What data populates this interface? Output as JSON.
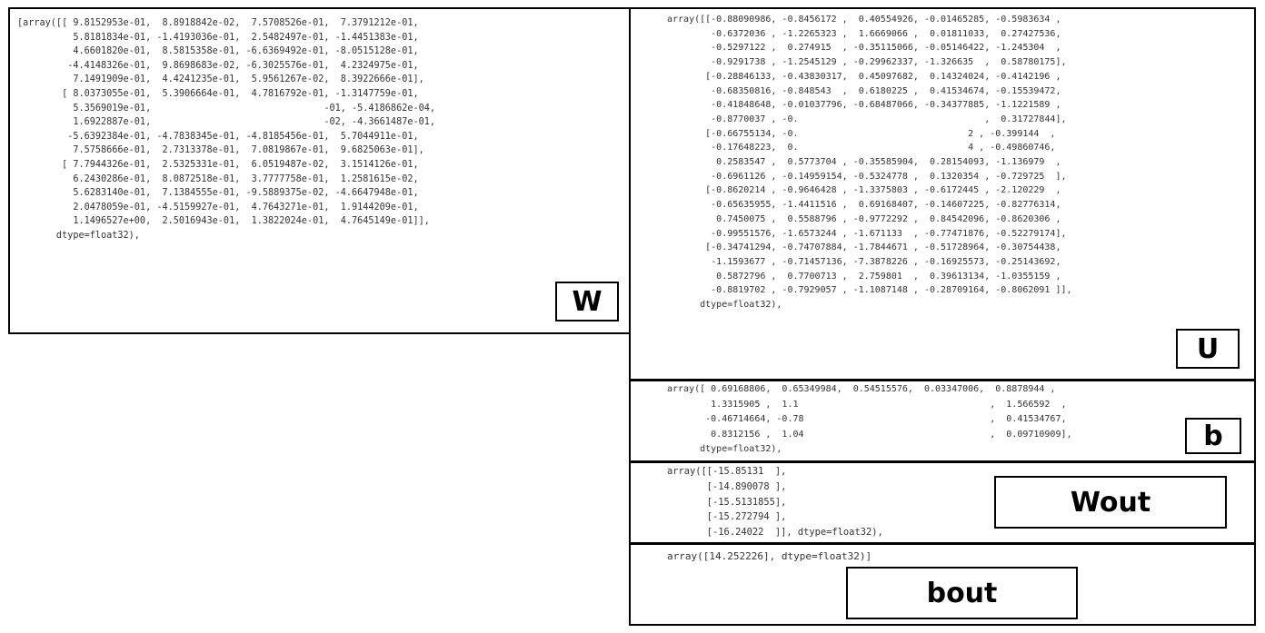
{
  "panels": {
    "W": {
      "label": "W",
      "text": "[array([[ 9.8152953e-01,  8.8918842e-02,  7.5708526e-01,  7.3791212e-01,\n          5.8181834e-01, -1.4193036e-01,  2.5482497e-01, -1.4451383e-01,\n          4.6601820e-01,  8.5815358e-01, -6.6369492e-01, -8.0515128e-01,\n         -4.4148326e-01,  9.8698683e-02, -6.3025576e-01,  4.2324975e-01,\n          7.1491909e-01,  4.4241235e-01,  5.9561267e-02,  8.3922666e-01],\n        [ 8.0373055e-01,  5.3906664e-01,  4.7816792e-01, -1.3147759e-01,\n          5.3569019e-01,                               -01, -5.4186862e-04,\n          1.6922887e-01,                               -02, -4.3661487e-01,\n         -5.6392384e-01, -4.7838345e-01, -4.8185456e-01,  5.7044911e-01,\n          7.5758666e-01,  2.7313378e-01,  7.0819867e-01,  9.6825063e-01],\n        [ 7.7944326e-01,  2.5325331e-01,  6.0519487e-02,  3.1514126e-01,\n          6.2430286e-01,  8.0872518e-01,  3.7777758e-01,  1.2581615e-02,\n          5.6283140e-01,  7.1384555e-01, -9.5889375e-02, -4.6647948e-01,\n          2.0478059e-01, -4.5159927e-01,  4.7643271e-01,  1.9144209e-01,\n          1.1496527e+00,  2.5016943e-01,  1.3822024e-01,  4.7645149e-01]],\n       dtype=float32),"
    },
    "U": {
      "label": "U",
      "text": "array([[-0.88090986, -0.8456172 ,  0.40554926, -0.01465285, -0.5983634 ,\n        -0.6372036 , -1.2265323 ,  1.6669066 ,  0.01811033,  0.27427536,\n        -0.5297122 ,  0.274915  , -0.35115066, -0.05146422, -1.245304  ,\n        -0.9291738 , -1.2545129 , -0.29962337, -1.326635  ,  0.58780175],\n       [-0.28846133, -0.43830317,  0.45097682,  0.14324024, -0.4142196 ,\n        -0.68350816, -0.848543  ,  0.6180225 ,  0.41534674, -0.15539472,\n        -0.41848648, -0.01037796, -0.68487066, -0.34377885, -1.1221589 ,\n        -0.8770037 , -0.                                  ,  0.31727844],\n       [-0.66755134, -0.                               2 , -0.399144  ,\n        -0.17648223,  0.                               4 , -0.49860746,\n         0.2583547 ,  0.5773704 , -0.35585904,  0.28154093, -1.136979  ,\n        -0.6961126 , -0.14959154, -0.5324778 ,  0.1320354 , -0.729725  ],\n       [-0.8620214 , -0.9646428 , -1.3375803 , -0.6172445 , -2.120229  ,\n        -0.65635955, -1.4411516 ,  0.69168407, -0.14607225, -0.82776314,\n         0.7450075 ,  0.5588796 , -0.9772292 ,  0.84542096, -0.8620306 ,\n        -0.99551576, -1.6573244 , -1.671133  , -0.77471876, -0.52279174],\n       [-0.34741294, -0.74707884, -1.7844671 , -0.51728964, -0.30754438,\n        -1.1593677 , -0.71457136, -7.3878226 , -0.16925573, -0.25143692,\n         0.5872796 ,  0.7700713 ,  2.759801  ,  0.39613134, -1.0355159 ,\n        -0.8819702 , -0.7929057 , -1.1087148 , -0.28709164, -0.8062091 ]],\n      dtype=float32),"
    },
    "b": {
      "label": "b",
      "text": "array([ 0.69168806,  0.65349984,  0.54515576,  0.03347006,  0.8878944 ,\n        1.3315905 ,  1.1                                   ,  1.566592  ,\n       -0.46714664, -0.78                                  ,  0.41534767,\n        0.8312156 ,  1.04                                  ,  0.09710909],\n      dtype=float32),"
    },
    "Wout": {
      "label": "Wout",
      "text": "array([[-15.85131  ],\n       [-14.890078 ],\n       [-15.5131855],\n       [-15.272794 ],\n       [-16.24022  ]], dtype=float32),"
    },
    "bout": {
      "label": "bout",
      "text": "array([14.252226], dtype=float32)]"
    }
  }
}
